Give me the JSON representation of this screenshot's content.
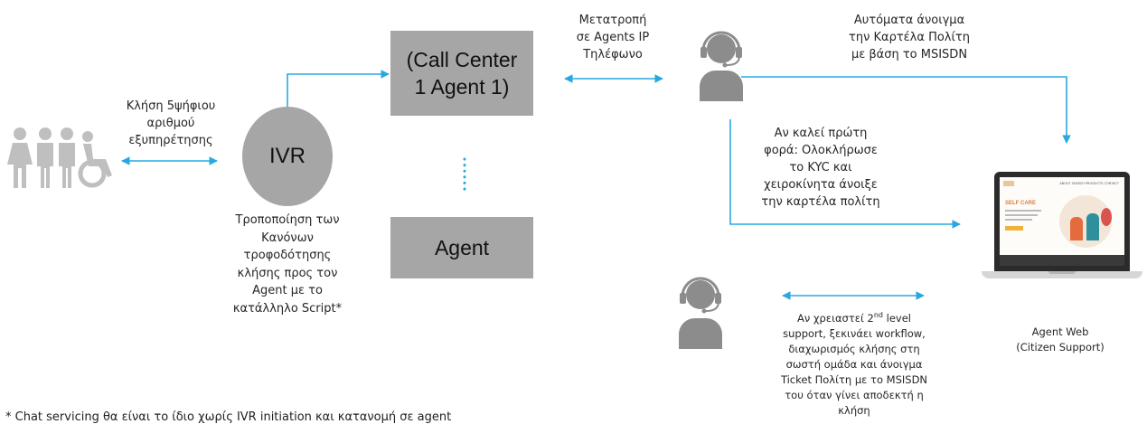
{
  "nodes": {
    "call_center": "(Call Center\n1 Agent 1)",
    "agent": "Agent",
    "ivr": "IVR"
  },
  "labels": {
    "call_5digit": "Κλήση 5ψήφιου\nαριθμού\nεξυπηρέτησης",
    "ivr_rules": "Τροποποίηση των\nΚανόνων\nτροφοδότησης\nκλήσης προς τον\nAgent με το\nκατάλληλο Script*",
    "convert_ip": "Μετατροπή\nσε Agents IP\nΤηλέφωνο",
    "auto_open": "Αυτόματα άνοιγμα\nτην Καρτέλα Πολίτη\nμε βάση το MSISDN",
    "first_call": "Αν καλεί πρώτη\nφορά: Ολοκλήρωσε\nτο KYC και\nχειροκίνητα άνοιξε\nτην καρτέλα πολίτη",
    "second_level": "Αν χρειαστεί 2nd level\nsupport, ξεκινάει workflow,\nδιαχωρισμός κλήσης στη\nσωστή ομάδα και άνοιγμα\nTicket Πολίτη με το MSISDN\nτου όταν γίνει αποδεκτή η\nκλήση",
    "agent_web": "Agent Web\n(Citizen Support)",
    "footnote": "* Chat servicing θα είναι το ίδιο χωρίς IVR initiation και κατανομή σε agent"
  },
  "laptop": {
    "brand": "SELF CARE",
    "nav": "ABOUT  SEARCH  PRODUCTS  CONTACT"
  },
  "colors": {
    "arrow": "#29a8e0",
    "node_fill": "#a6a6a6",
    "icon_fill": "#bfbfbf",
    "agent_icon": "#8c8c8c"
  },
  "icons": [
    "people-icon",
    "wheelchair-icon",
    "headset-agent-icon",
    "laptop-icon"
  ]
}
